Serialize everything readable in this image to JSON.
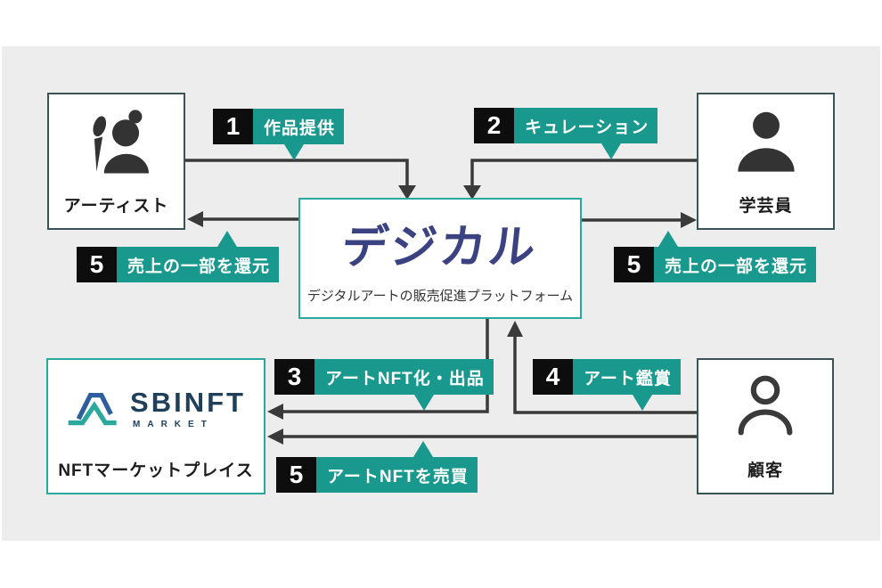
{
  "colors": {
    "panel_bg": "#ededed",
    "badge_teal": "#19998d",
    "badge_black": "#0d0d0d",
    "dark_box_border": "#3a5355",
    "teal_box_border": "#29a99c",
    "arrow": "#3a3a3a",
    "platform_logo_navy": "#3b4282",
    "sbinft_navy": "#20405a",
    "sbinft_mark_blue": "#2d5f9e",
    "sbinft_mark_teal": "#2aa89c"
  },
  "nodes": {
    "artist": {
      "label": "アーティスト"
    },
    "curator": {
      "label": "学芸員"
    },
    "customer": {
      "label": "顧客"
    },
    "platform": {
      "logo": "デジカル",
      "subtitle": "デジタルアートの販売促進プラットフォーム"
    },
    "marketplace": {
      "brand": "SBINFT",
      "brand_sub": "MARKET",
      "label": "NFTマーケットプレイス"
    }
  },
  "flows": [
    {
      "step": "1",
      "label": "作品提供",
      "from": "アーティスト",
      "to": "デジカル"
    },
    {
      "step": "2",
      "label": "キュレーション",
      "from": "学芸員",
      "to": "デジカル"
    },
    {
      "step": "3",
      "label": "アートNFT化・出品",
      "from": "デジカル",
      "to": "NFTマーケットプレイス"
    },
    {
      "step": "4",
      "label": "アート鑑賞",
      "from": "顧客",
      "to": "デジカル"
    },
    {
      "step": "5",
      "label": "売上の一部を還元",
      "from": "デジカル",
      "to": "アーティスト"
    },
    {
      "step": "5",
      "label": "売上の一部を還元",
      "from": "デジカル",
      "to": "学芸員"
    },
    {
      "step": "5",
      "label": "アートNFTを売買",
      "from": "顧客",
      "to": "NFTマーケットプレイス"
    }
  ]
}
